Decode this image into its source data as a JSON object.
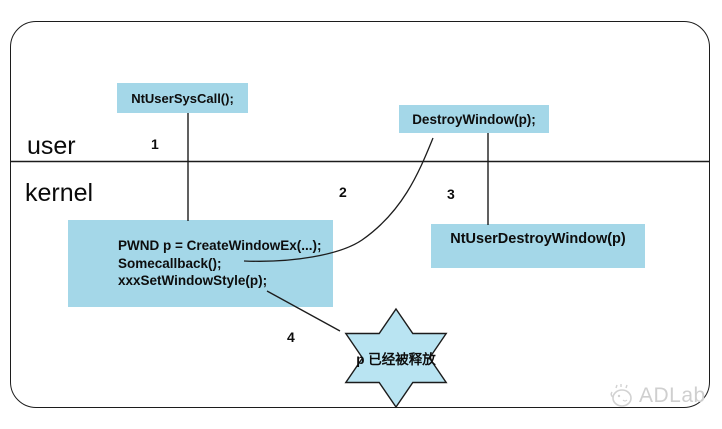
{
  "diagram": {
    "rings": {
      "user": "user",
      "kernel": "kernel"
    },
    "steps": {
      "s1": "1",
      "s2": "2",
      "s3": "3",
      "s4": "4"
    },
    "boxes": {
      "ntusersyscall": "NtUserSysCall();",
      "destroywindow": "DestroyWindow(p);",
      "createwindow_lines": {
        "0": "PWND p = CreateWindowEx(...);",
        "1": "Somecallback();",
        "2": "xxxSetWindowStyle(p);"
      },
      "ntuserdestroywindow": "NtUserDestroyWindow(p)"
    },
    "star_text": "p 已经被释放",
    "watermark": "ADLab",
    "colors": {
      "box_fill": "#a4d7e8",
      "star_fill": "#b9e4f2",
      "line": "#1c1c1c",
      "watermark": "#cfcfcf"
    }
  }
}
